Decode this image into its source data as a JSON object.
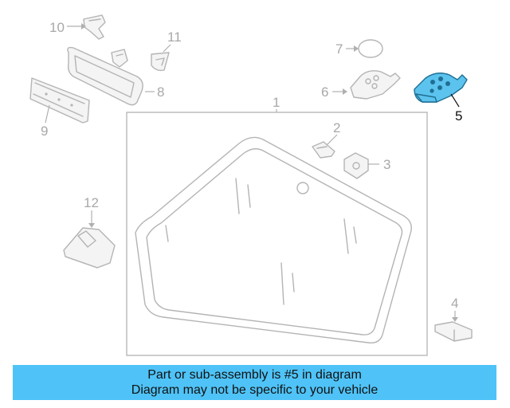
{
  "diagram": {
    "highlight_color": "#5bc3ee",
    "callouts": [
      {
        "id": "c1",
        "label": "1"
      },
      {
        "id": "c2",
        "label": "2"
      },
      {
        "id": "c3",
        "label": "3"
      },
      {
        "id": "c4",
        "label": "4"
      },
      {
        "id": "c5",
        "label": "5",
        "highlighted": true
      },
      {
        "id": "c6",
        "label": "6"
      },
      {
        "id": "c7",
        "label": "7"
      },
      {
        "id": "c8",
        "label": "8"
      },
      {
        "id": "c9",
        "label": "9"
      },
      {
        "id": "c10",
        "label": "10"
      },
      {
        "id": "c11",
        "label": "11"
      },
      {
        "id": "c12",
        "label": "12"
      }
    ]
  },
  "banner": {
    "line1": "Part or sub-assembly is #5 in diagram",
    "line2": "Diagram may not be specific to your vehicle",
    "color": "#4fc3f7"
  }
}
